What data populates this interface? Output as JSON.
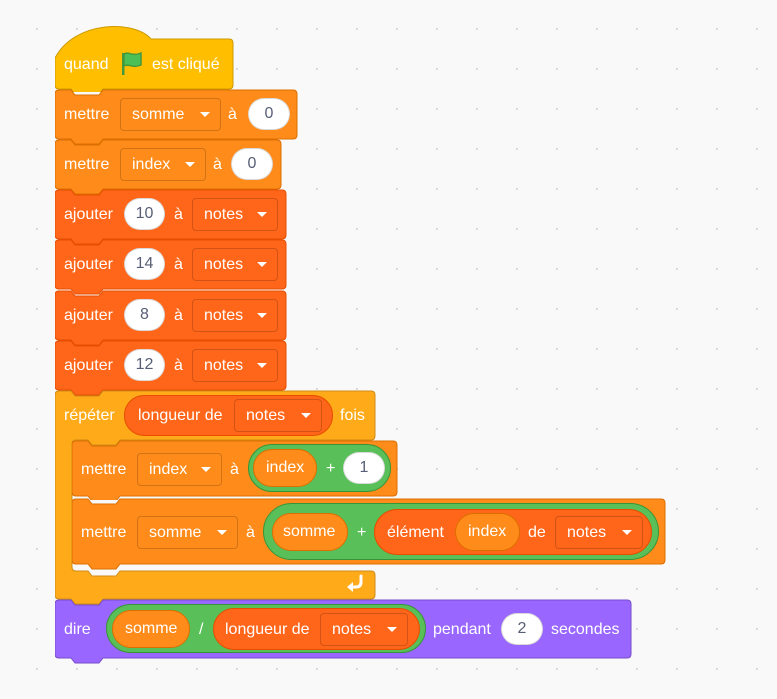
{
  "hat": {
    "when": "quand",
    "clicked": "est cliqué"
  },
  "set1": {
    "label": "mettre",
    "var": "somme",
    "to": "à",
    "value": "0"
  },
  "set2": {
    "label": "mettre",
    "var": "index",
    "to": "à",
    "value": "0"
  },
  "adds": [
    {
      "label": "ajouter",
      "value": "10",
      "to": "à",
      "list": "notes"
    },
    {
      "label": "ajouter",
      "value": "14",
      "to": "à",
      "list": "notes"
    },
    {
      "label": "ajouter",
      "value": "8",
      "to": "à",
      "list": "notes"
    },
    {
      "label": "ajouter",
      "value": "12",
      "to": "à",
      "list": "notes"
    }
  ],
  "repeat": {
    "label": "répéter",
    "length_of": "longueur de",
    "list": "notes",
    "times": "fois"
  },
  "inner1": {
    "label": "mettre",
    "var": "index",
    "to": "à",
    "reporter": "index",
    "op": "+",
    "value": "1"
  },
  "inner2": {
    "label": "mettre",
    "var": "somme",
    "to": "à",
    "reporter": "somme",
    "op": "+",
    "item": "élément",
    "index": "index",
    "of": "de",
    "list": "notes"
  },
  "say": {
    "label": "dire",
    "reporter": "somme",
    "op": "/",
    "length_of": "longueur de",
    "list": "notes",
    "for": "pendant",
    "value": "2",
    "seconds": "secondes"
  },
  "colors": {
    "events": "#ffbf00",
    "variables": "#ff8c1a",
    "lists": "#ff661a",
    "control": "#ffab19",
    "operators": "#59c059",
    "looks": "#9966ff"
  }
}
